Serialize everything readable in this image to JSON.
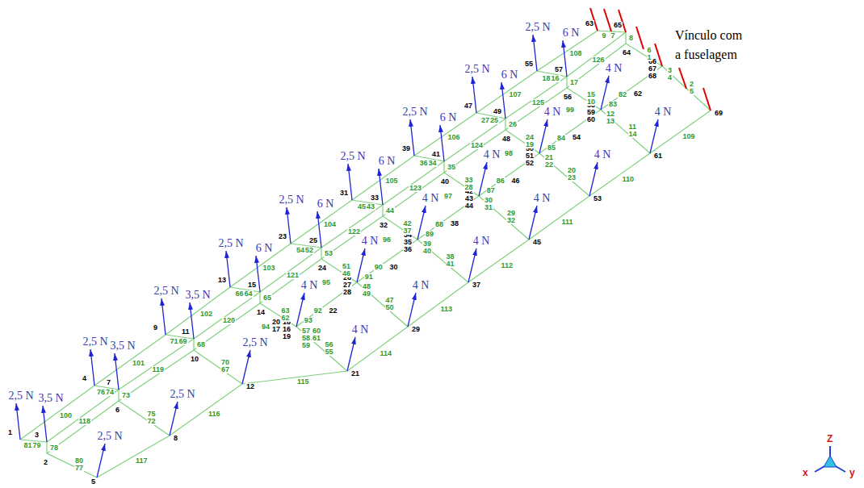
{
  "diagram": {
    "labels": [
      "2,5 N",
      "3,5 N",
      "2,5 N",
      "3,5 N",
      "2,5 N",
      "3,5 N",
      "2,5 N",
      "6 N",
      "2,5 N",
      "6 N",
      "2,5 N",
      "6 N",
      "2,5 N",
      "6 N",
      "2,5 N",
      "6 N",
      "2,5 N",
      "6 N",
      "2,5 N",
      "2,5 N",
      "2,5 N",
      "4 N",
      "4 N",
      "4 N",
      "4 N",
      "4 N",
      "4 N",
      "4 N",
      "4 N",
      "4 N",
      "4 N",
      "4 N",
      "4 N",
      "Vínculo com a fuselagem",
      "1",
      "2",
      "3",
      "4",
      "5",
      "6",
      "7",
      "8",
      "9",
      "10",
      "11",
      "12",
      "13",
      "14",
      "15",
      "16",
      "17",
      "18",
      "19",
      "20",
      "21",
      "22",
      "23",
      "24",
      "25",
      "26",
      "27",
      "28",
      "29",
      "30",
      "31",
      "32",
      "33",
      "34",
      "35",
      "36",
      "37",
      "38",
      "39",
      "40",
      "41",
      "42",
      "43",
      "44",
      "45",
      "46",
      "47",
      "48",
      "49",
      "50",
      "51",
      "52",
      "53",
      "54",
      "55",
      "56",
      "57",
      "58",
      "59",
      "60",
      "61",
      "62",
      "63",
      "64",
      "65",
      "66",
      "67",
      "68",
      "69",
      "1",
      "2",
      "3",
      "4",
      "5",
      "6",
      "7",
      "8",
      "9",
      "10",
      "11",
      "12",
      "13",
      "14",
      "15",
      "16",
      "17",
      "18",
      "19",
      "20",
      "21",
      "22",
      "23",
      "24",
      "25",
      "26",
      "27",
      "28",
      "29",
      "30",
      "31",
      "32",
      "33",
      "34",
      "35",
      "36",
      "37",
      "38",
      "39",
      "40",
      "41",
      "42",
      "43",
      "44",
      "45",
      "46",
      "47",
      "48",
      "49",
      "50",
      "51",
      "52",
      "53",
      "54",
      "55",
      "56",
      "57",
      "58",
      "59",
      "60",
      "61",
      "62",
      "63",
      "64",
      "65",
      "66",
      "67",
      "68",
      "69",
      "70",
      "71",
      "72",
      "73",
      "74",
      "75",
      "76",
      "77",
      "78",
      "79",
      "80",
      "81",
      "82",
      "83",
      "84",
      "85",
      "86",
      "87",
      "88",
      "89",
      "90",
      "91",
      "92",
      "93",
      "94",
      "95",
      "96",
      "97",
      "98",
      "99",
      "100",
      "101",
      "102",
      "103",
      "104",
      "105",
      "106",
      "107",
      "108",
      "109",
      "110",
      "111",
      "112",
      "113",
      "114",
      "115",
      "116",
      "117",
      "118",
      "119",
      "120",
      "121",
      "122",
      "123",
      "124",
      "125",
      "126",
      "Z",
      "x",
      "y"
    ]
  }
}
